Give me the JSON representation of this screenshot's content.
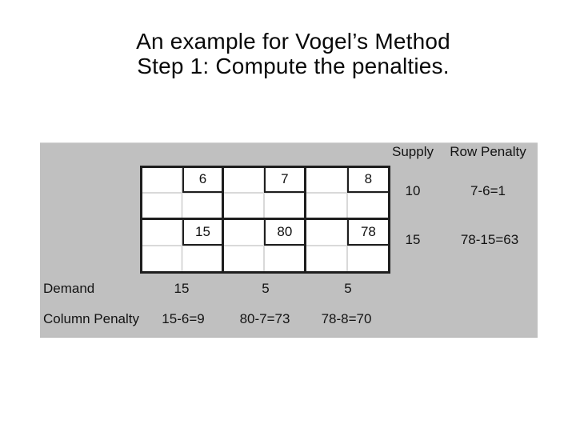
{
  "slide": {
    "title_line1": "An example for Vogel’s Method",
    "title_line2": "Step 1: Compute the penalties."
  },
  "colors": {
    "panel_bg": "#c0c0c0",
    "cell_bg": "#ffffff",
    "thick_border": "#1e1e1e",
    "light_grid_line": "#d9d9d9",
    "text": "#0d0d0d"
  },
  "tableau": {
    "headers": {
      "supply": "Supply",
      "row_penalty": "Row Penalty"
    },
    "rows": [
      {
        "costs": [
          "6",
          "7",
          "8"
        ],
        "supply": "10",
        "row_penalty": "7-6=1"
      },
      {
        "costs": [
          "15",
          "80",
          "78"
        ],
        "supply": "15",
        "row_penalty": "78-15=63"
      }
    ],
    "demand": {
      "label": "Demand",
      "values": [
        "15",
        "5",
        "5"
      ]
    },
    "column_penalty": {
      "label": "Column Penalty",
      "values": [
        "15-6=9",
        "80-7=73",
        "78-8=70"
      ]
    }
  }
}
